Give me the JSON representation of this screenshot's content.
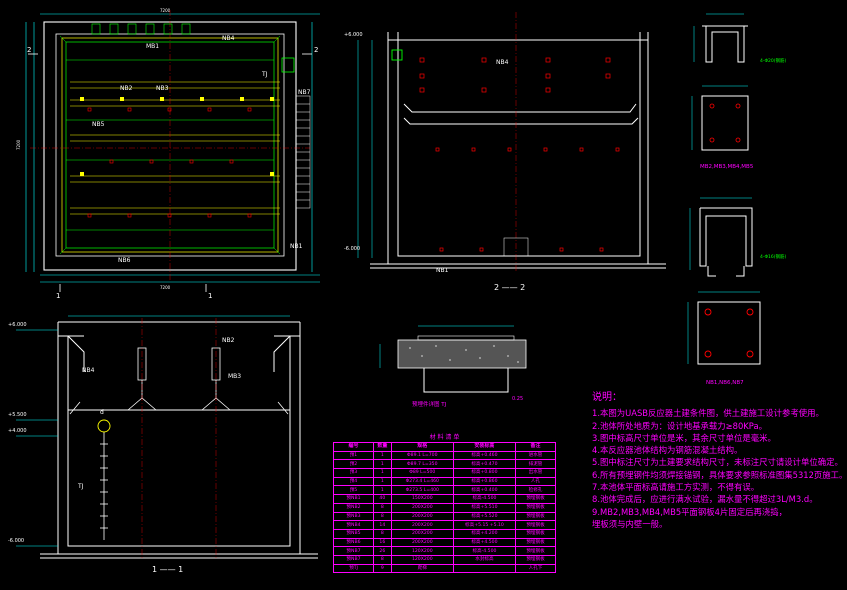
{
  "colors": {
    "background": "#000000",
    "outline": "#ffffff",
    "dimension": "#00ffff",
    "annotation": "#ff00ff",
    "rebar": "#00ff00",
    "marker": "#ffff00",
    "anchor": "#ff0000",
    "hatch": "#808080"
  },
  "plan": {
    "labels": {
      "nb1": "NB1",
      "nb2": "NB2",
      "nb3": "NB3",
      "nb4": "NB4",
      "nb5": "NB5",
      "nb6": "NB6",
      "nb7": "NB7",
      "mb1": "MB1",
      "tj": "TJ"
    },
    "section_marks": {
      "left_top": "2",
      "right_top": "2",
      "bottom_a": "1",
      "bottom_b": "1"
    },
    "dims": {
      "total_width": "7200",
      "total_height": "7200"
    }
  },
  "section22": {
    "caption": "2 —— 2",
    "elev_top": "+6.000",
    "elev_bottom": "-6.000",
    "labels": {
      "nb4": "NB4",
      "nb1": "NB1"
    }
  },
  "section11": {
    "caption": "1 —— 1",
    "elevations": [
      "+6.000",
      "+5.500",
      "+4.000",
      "-6.000"
    ],
    "labels": {
      "nb4": "NB4",
      "nb2": "NB2",
      "mb3": "MB3",
      "tj": "TJ",
      "d": "d"
    }
  },
  "embed_detail": {
    "caption": "预埋件详图 TJ",
    "dim": "0.25"
  },
  "details": {
    "anchor_note_1": "4-Φ20(钢筋)",
    "anchor_note_2": "4-Φ16(钢筋)",
    "caption_1": "MB2,MB3,MB4,MB5",
    "caption_2": "NB1,NB6,NB7"
  },
  "notes": {
    "title": "说明：",
    "items": [
      "1.本图为UASB反应器土建条件图，供土建施工设计参考使用。",
      "2.池体所处地质为：设计地基承载力≥80KPa。",
      "3.图中标高尺寸单位是米，其余尺寸单位是毫米。",
      "4.本反应器池体结构为钢筋混凝土结构。",
      "5.图中标注尺寸为土建要求结构尺寸，未标注尺寸请设计单位确定。",
      "6.所有预埋钢件均须焊接锚钢，具体要求参照标准图集5312页施工。",
      "7.本池体平面标高请施工方实测，不得有误。",
      "8.池体完成后，应进行满水试验，漏水量不得超过3L/M3.d。",
      "9.MB2,MB3,MB4,MB5平面钢板4片固定后再浇捣，",
      "  埋板须与内壁一般。"
    ]
  },
  "table": {
    "title": "材 料 清 单",
    "headers": [
      "编号",
      "数量",
      "规格",
      "安装标高",
      "备注"
    ],
    "rows": [
      [
        "预1",
        "1",
        "Φ89.1 L=700",
        "标高+0.460",
        "进水管"
      ],
      [
        "预2",
        "1",
        "Φ89.7 L=350",
        "标高+0.470",
        "排泥管"
      ],
      [
        "预3",
        "1",
        "Φ89 L=500",
        "标高+0.800",
        "出水管"
      ],
      [
        "预4",
        "1",
        "Φ273.4 L=460",
        "标高+0.860",
        "人孔"
      ],
      [
        "预5",
        "1",
        "Φ273.5 L=400",
        "标高+0.400",
        "检修孔"
      ],
      [
        "预NB1",
        "40",
        "150X200",
        "标高-4.500",
        "预埋钢板"
      ],
      [
        "预NB2",
        "8",
        "200X200",
        "标高+5.510",
        "预埋钢板"
      ],
      [
        "预NB3",
        "8",
        "200X200",
        "标高+5.520",
        "预埋钢板"
      ],
      [
        "预NB4",
        "14",
        "200X200",
        "标高+5.15 +5.10",
        "预埋钢板"
      ],
      [
        "预NB5",
        "8",
        "200X200",
        "标高+4.200",
        "预埋钢板"
      ],
      [
        "预NB6",
        "16",
        "200X200",
        "标高+4.500",
        "预埋钢板"
      ],
      [
        "预NB7",
        "26",
        "120X200",
        "标高-4.500",
        "预埋钢板"
      ],
      [
        "预NB7",
        "8",
        "120X200",
        "水封标高",
        "预埋钢板"
      ],
      [
        "预TJ",
        "9",
        "爬梯",
        "",
        "人孔下"
      ]
    ]
  }
}
